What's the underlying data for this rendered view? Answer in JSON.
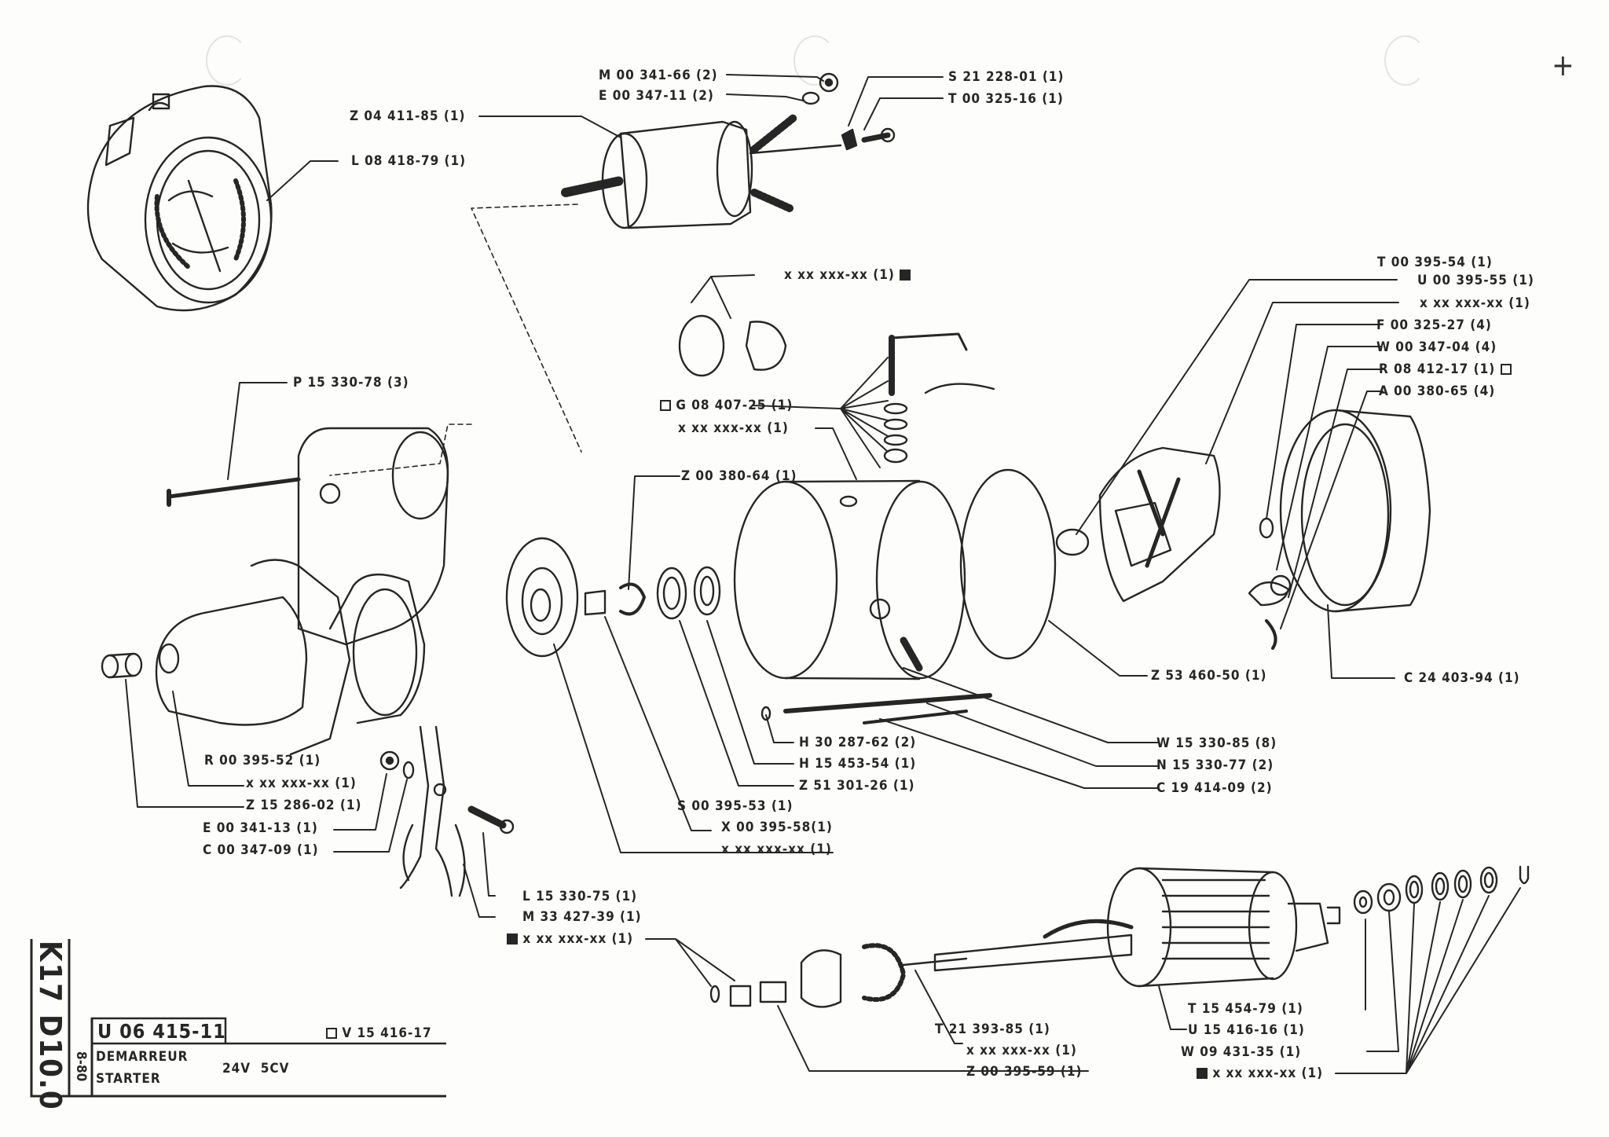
{
  "document": {
    "title_fr": "DEMARREUR",
    "title_en": "STARTER",
    "spec": "24V  5CV",
    "assembly_number": "U 06 415-11",
    "alt_reference": "V 15 416-17",
    "page_code": "K17 D10.0",
    "date": "8-80"
  },
  "callouts": [
    {
      "id": "m0034166",
      "text": "M 00 341-66 (2)"
    },
    {
      "id": "e0034711",
      "text": "E 00 347-11 (2)"
    },
    {
      "id": "s2122801",
      "text": "S 21 228-01 (1)"
    },
    {
      "id": "t0032516",
      "text": "T 00 325-16 (1)"
    },
    {
      "id": "z0441185",
      "text": "Z 04 411-85 (1)"
    },
    {
      "id": "l0841879",
      "text": "L 08 418-79 (1)"
    },
    {
      "id": "xbrush1",
      "text": "x xx xxx-xx (1)"
    },
    {
      "id": "g0840725",
      "text": "G 08 407-25 (1)"
    },
    {
      "id": "xyoke",
      "text": "x xx xxx-xx (1)"
    },
    {
      "id": "p1533078",
      "text": "P 15 330-78 (3)"
    },
    {
      "id": "z0038064",
      "text": "Z 00 380-64 (1)"
    },
    {
      "id": "t0039554",
      "text": "T 00 395-54 (1)"
    },
    {
      "id": "u0039555",
      "text": "U 00 395-55 (1)"
    },
    {
      "id": "xplate",
      "text": "x xx xxx-xx (1)"
    },
    {
      "id": "f0032527",
      "text": "F 00 325-27 (4)"
    },
    {
      "id": "w0034704",
      "text": "W 00 347-04 (4)"
    },
    {
      "id": "r0841217",
      "text": "R 08 412-17 (1)"
    },
    {
      "id": "a0038065",
      "text": "A 00 380-65 (4)"
    },
    {
      "id": "z5346050",
      "text": "Z 53 460-50 (1)"
    },
    {
      "id": "c2440394",
      "text": "C 24 403-94 (1)"
    },
    {
      "id": "h3028762",
      "text": "H 30 287-62 (2)"
    },
    {
      "id": "h1545354",
      "text": "H 15 453-54 (1)"
    },
    {
      "id": "z5130126",
      "text": "Z 51 301-26 (1)"
    },
    {
      "id": "w1533085",
      "text": "W 15 330-85 (8)"
    },
    {
      "id": "n1533077",
      "text": "N 15 330-77 (2)"
    },
    {
      "id": "c1941409",
      "text": "C 19 414-09 (2)"
    },
    {
      "id": "s0039553",
      "text": "S 00 395-53 (1)"
    },
    {
      "id": "x0039558",
      "text": "X 00 395-58(1)"
    },
    {
      "id": "xplate2",
      "text": "x xx xxx-xx (1)"
    },
    {
      "id": "r0039552",
      "text": "R 00 395-52 (1)"
    },
    {
      "id": "xnose",
      "text": "x xx xxx-xx (1)"
    },
    {
      "id": "z1528602",
      "text": "Z 15 286-02 (1)"
    },
    {
      "id": "e0034113",
      "text": "E 00 341-13 (1)"
    },
    {
      "id": "c0034709",
      "text": "C 00 347-09 (1)"
    },
    {
      "id": "l1533075",
      "text": "L 15 330-75 (1)"
    },
    {
      "id": "m3342739",
      "text": "M 33 427-39 (1)"
    },
    {
      "id": "xbush",
      "text": "x xx xxx-xx (1)"
    },
    {
      "id": "t2139385",
      "text": "T 21 393-85 (1)"
    },
    {
      "id": "xpinion",
      "text": "x xx xxx-xx (1)"
    },
    {
      "id": "z0039559",
      "text": "Z 00 395-59 (1)"
    },
    {
      "id": "t1545479",
      "text": "T 15 454-79 (1)"
    },
    {
      "id": "u1541616",
      "text": "U 15 416-16 (1)"
    },
    {
      "id": "w0943135",
      "text": "W 09 431-35 (1)"
    },
    {
      "id": "xwashers",
      "text": "x xx xxx-xx (1)"
    }
  ],
  "legend_marks": {
    "open_square": "not supplied separately / variant",
    "filled_square": "service kit item"
  }
}
